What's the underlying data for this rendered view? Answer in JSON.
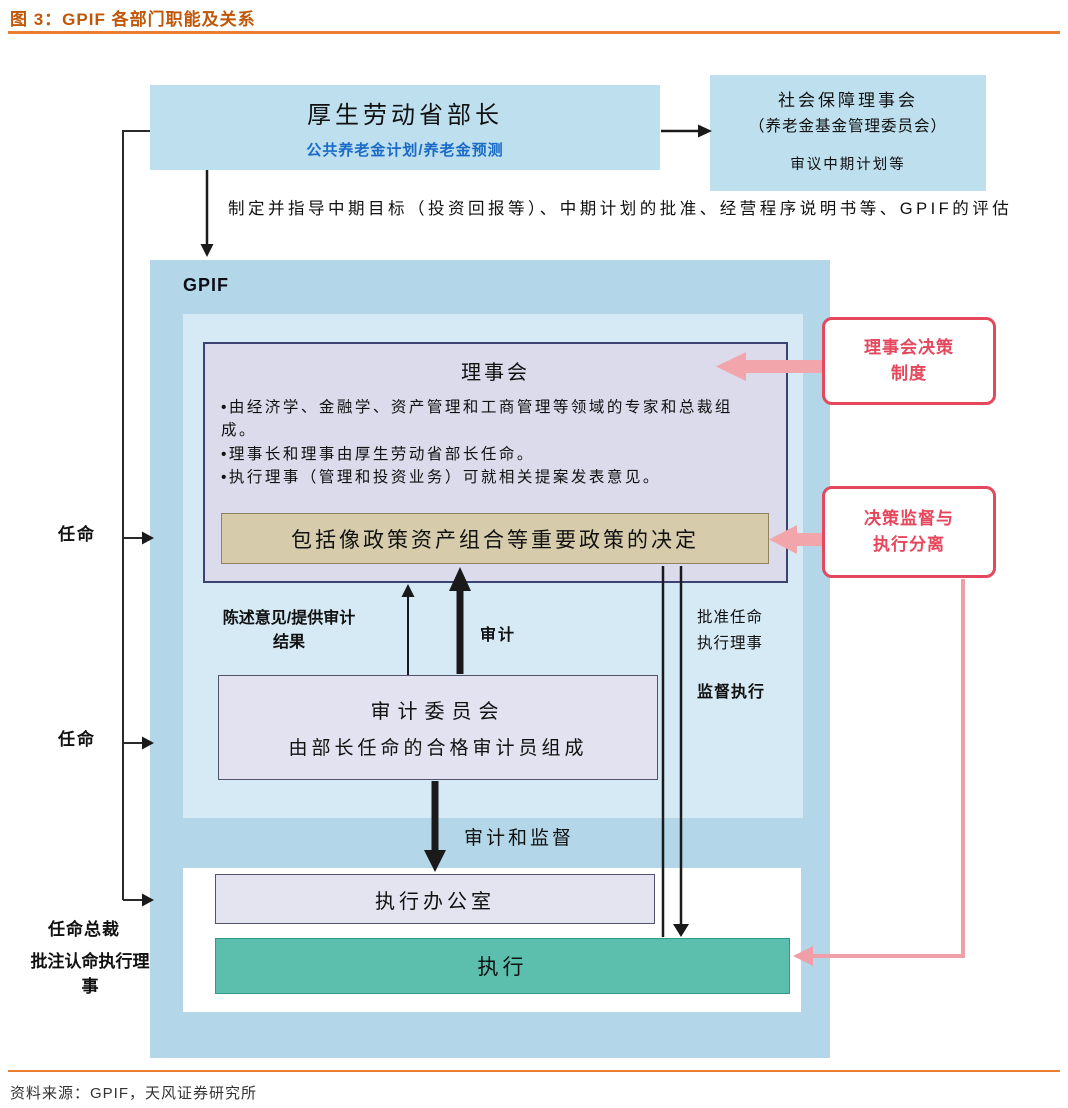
{
  "header": {
    "title": "图 3：GPIF 各部门职能及关系"
  },
  "footer": {
    "source": "资料来源：GPIF，天风证券研究所"
  },
  "colors": {
    "accent_orange": "#ED7D31",
    "title_text": "#C05708",
    "box_blue": "#BDDFEE",
    "container_blue": "#B3D6E8",
    "panel_blue": "#D5EAF5",
    "board_lavender": "#DBDBEC",
    "decision_tan": "#D6CCAC",
    "execution_teal": "#5CBFAE",
    "annotation_red": "#E5475C",
    "arrow_pink": "#F2A6AC",
    "subtitle_blue": "#1A6BC7"
  },
  "diagram": {
    "gpif_label": "GPIF",
    "minister": {
      "title": "厚生劳动省部长",
      "subtitle": "公共养老金计划/养老金预测"
    },
    "council": {
      "line1": "社会保障理事会",
      "line2": "（养老金基金管理委员会）",
      "note": "审议中期计划等"
    },
    "mandate_note": "制定并指导中期目标（投资回报等）、中期计划的批准、经营程序说明书等、GPIF的评估",
    "board": {
      "title": "理事会",
      "bullets": [
        "•由经济学、金融学、资产管理和工商管理等领域的专家和总裁组成。",
        "•理事长和理事由厚生劳动省部长任命。",
        "•执行理事（管理和投资业务）可就相关提案发表意见。"
      ],
      "decision": "包括像政策资产组合等重要政策的决定"
    },
    "audit_committee": {
      "title": "审计委员会",
      "subtitle": "由部长任命的合格审计员组成"
    },
    "exec_office": "执行办公室",
    "execution": "执行",
    "labels": {
      "appoint_board": "任命",
      "appoint_audit": "任命",
      "appoint_president": "任命总裁",
      "approve_exec_directors_left": "批注认命执行理事",
      "opinion_audit_results": "陈述意见/提供审计结果",
      "audit": "审计",
      "approve_exec_directors": "批准任命执行理事",
      "supervise_execution": "监督执行",
      "audit_and_supervision": "审计和监督"
    },
    "annotations": {
      "board_decision_system": "理事会决策制度",
      "separation": "决策监督与执行分离"
    }
  }
}
